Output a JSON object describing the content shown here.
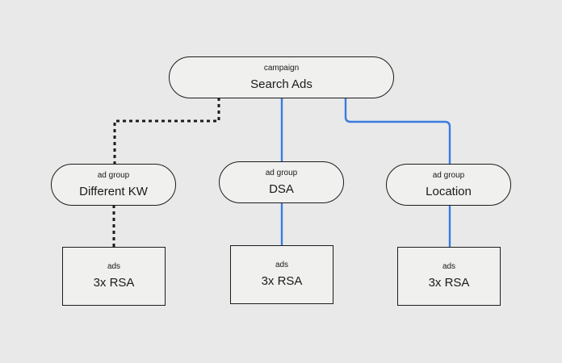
{
  "campaign": {
    "kind": "campaign",
    "name": "Search Ads"
  },
  "ad_groups": [
    {
      "kind": "ad group",
      "name": "Different KW"
    },
    {
      "kind": "ad group",
      "name": "DSA"
    },
    {
      "kind": "ad group",
      "name": "Location"
    }
  ],
  "ads": [
    {
      "kind": "ads",
      "name": "3x RSA"
    },
    {
      "kind": "ads",
      "name": "3x RSA"
    },
    {
      "kind": "ads",
      "name": "3x RSA"
    }
  ],
  "colors": {
    "background": "#e9e9e9",
    "node_fill": "#f0f0ef",
    "node_border": "#1c1c1c",
    "connector_blue": "#3a7be0",
    "connector_dashed": "#1c1c1c"
  }
}
